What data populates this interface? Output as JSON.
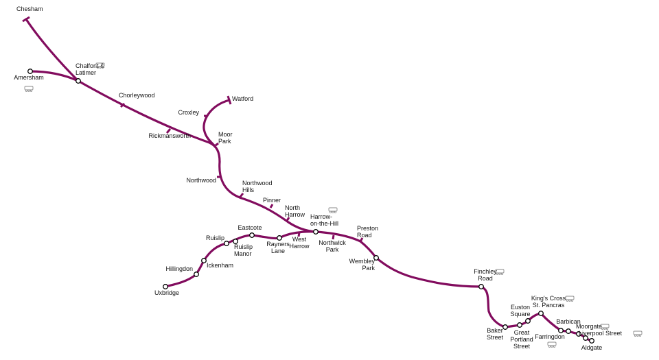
{
  "line": {
    "color": "#820c5e"
  },
  "interchange_style": {
    "fill": "#ffffff",
    "stroke": "#000000"
  },
  "rail_icon": {
    "name": "national-rail-train-icon",
    "color": "#8a8a8a"
  },
  "stations": [
    {
      "key": "chesham",
      "lines": [
        "Chesham"
      ],
      "type": "terminus",
      "rail": false
    },
    {
      "key": "amersham",
      "lines": [
        "Amersham"
      ],
      "type": "interchange",
      "rail": true
    },
    {
      "key": "chalfont",
      "lines": [
        "Chalfont &",
        "Latimer"
      ],
      "type": "interchange",
      "rail": true
    },
    {
      "key": "chorleywood",
      "lines": [
        "Chorleywood"
      ],
      "type": "station",
      "rail": false
    },
    {
      "key": "rickmansworth",
      "lines": [
        "Rickmansworth"
      ],
      "type": "station",
      "rail": false
    },
    {
      "key": "watford",
      "lines": [
        "Watford"
      ],
      "type": "terminus",
      "rail": false
    },
    {
      "key": "croxley",
      "lines": [
        "Croxley"
      ],
      "type": "station",
      "rail": false
    },
    {
      "key": "moorpark",
      "lines": [
        "Moor",
        "Park"
      ],
      "type": "station",
      "rail": false
    },
    {
      "key": "northwood",
      "lines": [
        "Northwood"
      ],
      "type": "station",
      "rail": false
    },
    {
      "key": "northwoodhills",
      "lines": [
        "Northwood",
        "Hills"
      ],
      "type": "station",
      "rail": false
    },
    {
      "key": "pinner",
      "lines": [
        "Pinner"
      ],
      "type": "station",
      "rail": false
    },
    {
      "key": "northharrow",
      "lines": [
        "North",
        "Harrow"
      ],
      "type": "station",
      "rail": false
    },
    {
      "key": "harrow",
      "lines": [
        "Harrow-",
        "on-the-Hill"
      ],
      "type": "interchange",
      "rail": true
    },
    {
      "key": "northwickpark",
      "lines": [
        "Northwick",
        "Park"
      ],
      "type": "station",
      "rail": false
    },
    {
      "key": "prestonroad",
      "lines": [
        "Preston",
        "Road"
      ],
      "type": "station",
      "rail": false
    },
    {
      "key": "wembleypark",
      "lines": [
        "Wembley",
        "Park"
      ],
      "type": "interchange",
      "rail": false
    },
    {
      "key": "westharrow",
      "lines": [
        "West",
        "Harrow"
      ],
      "type": "station",
      "rail": false
    },
    {
      "key": "raynerslane",
      "lines": [
        "Rayners",
        "Lane"
      ],
      "type": "interchange",
      "rail": false
    },
    {
      "key": "eastcote",
      "lines": [
        "Eastcote"
      ],
      "type": "interchange",
      "rail": false
    },
    {
      "key": "ruislipmanor",
      "lines": [
        "Ruislip",
        "Manor"
      ],
      "type": "interchange",
      "rail": false
    },
    {
      "key": "ruislip",
      "lines": [
        "Ruislip"
      ],
      "type": "interchange",
      "rail": false
    },
    {
      "key": "ickenham",
      "lines": [
        "Ickenham"
      ],
      "type": "interchange",
      "rail": false
    },
    {
      "key": "hillingdon",
      "lines": [
        "Hillingdon"
      ],
      "type": "interchange",
      "rail": false
    },
    {
      "key": "uxbridge",
      "lines": [
        "Uxbridge"
      ],
      "type": "interchange",
      "rail": false
    },
    {
      "key": "finchleyroad",
      "lines": [
        "Finchley",
        "Road"
      ],
      "type": "interchange",
      "rail": true
    },
    {
      "key": "bakerstreet",
      "lines": [
        "Baker",
        "Street"
      ],
      "type": "interchange",
      "rail": false
    },
    {
      "key": "greatportland",
      "lines": [
        "Great",
        "Portland",
        "Street"
      ],
      "type": "interchange",
      "rail": false
    },
    {
      "key": "eustonsquare",
      "lines": [
        "Euston",
        "Square"
      ],
      "type": "interchange",
      "rail": false
    },
    {
      "key": "kingscross",
      "lines": [
        "King's Cross",
        "St. Pancras"
      ],
      "type": "interchange",
      "rail": true
    },
    {
      "key": "farringdon",
      "lines": [
        "Farringdon"
      ],
      "type": "interchange",
      "rail": true
    },
    {
      "key": "barbican",
      "lines": [
        "Barbican"
      ],
      "type": "interchange",
      "rail": false
    },
    {
      "key": "moorgate",
      "lines": [
        "Moorgate"
      ],
      "type": "interchange",
      "rail": true
    },
    {
      "key": "liverpoolstreet",
      "lines": [
        "Liverpool Street"
      ],
      "type": "interchange",
      "rail": true
    },
    {
      "key": "aldgate",
      "lines": [
        "Aldgate"
      ],
      "type": "interchange",
      "rail": false
    }
  ]
}
